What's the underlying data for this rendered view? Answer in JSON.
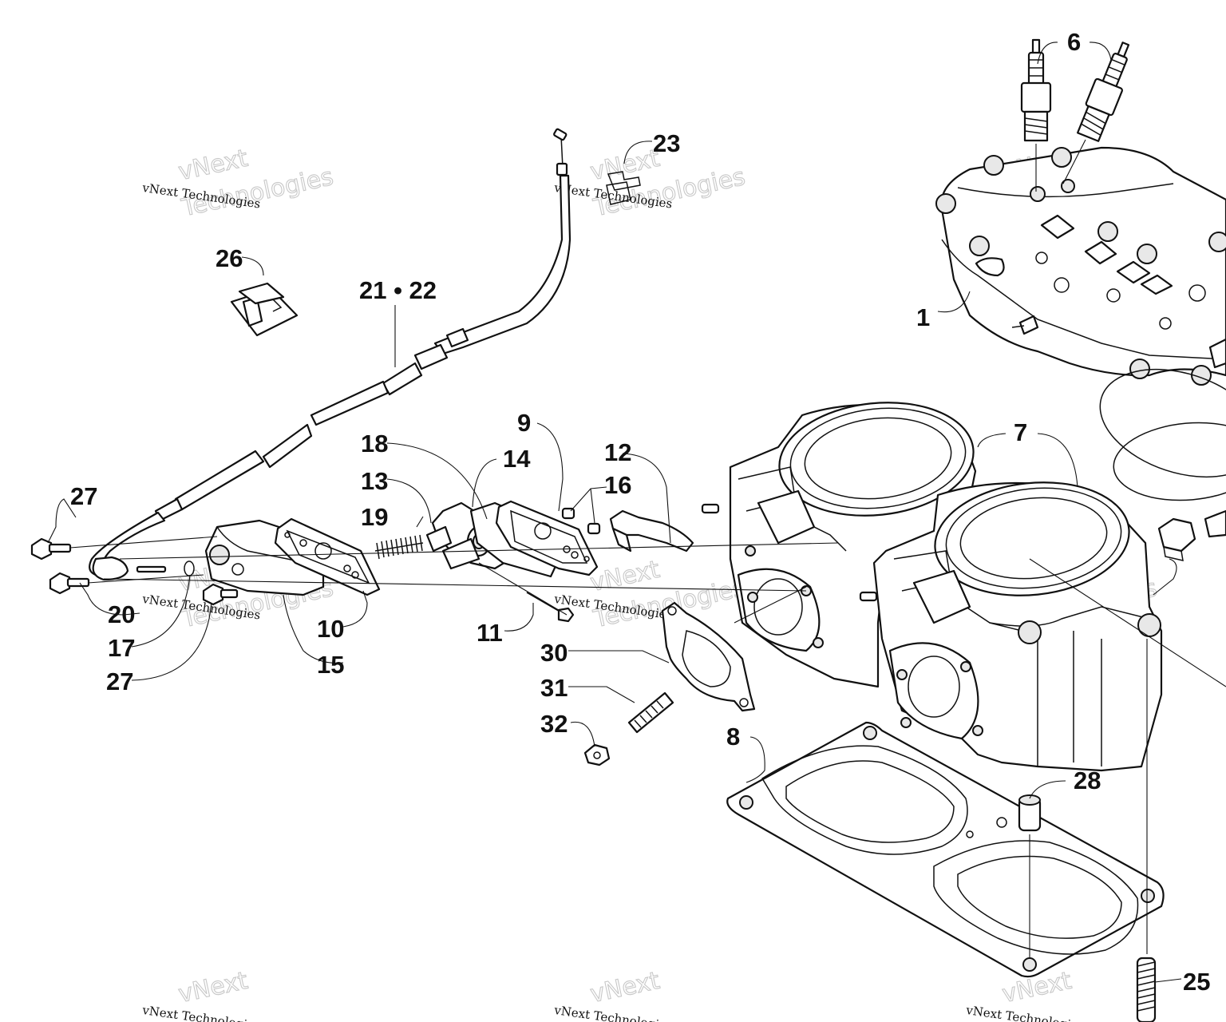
{
  "callouts": [
    {
      "id": "c1",
      "text": "1"
    },
    {
      "id": "c6",
      "text": "6"
    },
    {
      "id": "c7",
      "text": "7"
    },
    {
      "id": "c8",
      "text": "8"
    },
    {
      "id": "c9",
      "text": "9"
    },
    {
      "id": "c10",
      "text": "10"
    },
    {
      "id": "c11",
      "text": "11"
    },
    {
      "id": "c12",
      "text": "12"
    },
    {
      "id": "c13",
      "text": "13"
    },
    {
      "id": "c14",
      "text": "14"
    },
    {
      "id": "c15",
      "text": "15"
    },
    {
      "id": "c16",
      "text": "16"
    },
    {
      "id": "c17",
      "text": "17"
    },
    {
      "id": "c18",
      "text": "18"
    },
    {
      "id": "c19",
      "text": "19"
    },
    {
      "id": "c20",
      "text": "20"
    },
    {
      "id": "c2122",
      "text": "21 • 22"
    },
    {
      "id": "c23",
      "text": "23"
    },
    {
      "id": "c25",
      "text": "25"
    },
    {
      "id": "c26",
      "text": "26"
    },
    {
      "id": "c27a",
      "text": "27"
    },
    {
      "id": "c27b",
      "text": "27"
    },
    {
      "id": "c28",
      "text": "28"
    },
    {
      "id": "c30",
      "text": "30"
    },
    {
      "id": "c31",
      "text": "31"
    },
    {
      "id": "c32",
      "text": "32"
    }
  ],
  "watermark": {
    "line1": "vNext Technologies",
    "line2_top": "vNext",
    "line2_bottom": "Technologies"
  }
}
